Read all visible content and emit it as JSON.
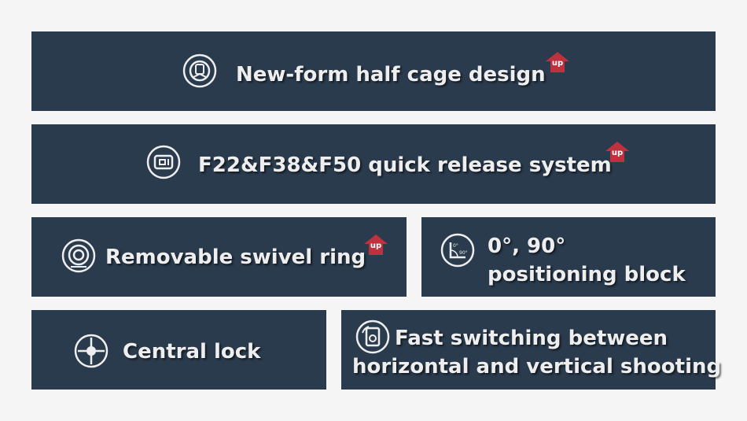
{
  "features": {
    "half_cage": {
      "label": "New-form half cage design",
      "badge": "up",
      "icon": "half-cage-icon"
    },
    "quick_release": {
      "label": "F22&F38&F50 quick release system",
      "badge": "up",
      "icon": "quick-release-icon"
    },
    "swivel_ring": {
      "label": "Removable swivel ring",
      "badge": "up",
      "icon": "swivel-ring-icon"
    },
    "positioning_block": {
      "label_line1": "0°, 90°",
      "label_line2": "positioning block",
      "icon": "angle-block-icon",
      "icon_text_0": "0°",
      "icon_text_90": "90°"
    },
    "central_lock": {
      "label": "Central lock",
      "icon": "crosshair-icon"
    },
    "fast_switching": {
      "label_line1": "Fast switching between",
      "label_line2": "horizontal and vertical shooting",
      "icon": "rotate-frame-icon"
    }
  },
  "colors": {
    "panel_bg": "#2a3b4d",
    "page_bg": "#f5f5f5",
    "text": "#eeeeee",
    "badge": "#c0313f"
  }
}
